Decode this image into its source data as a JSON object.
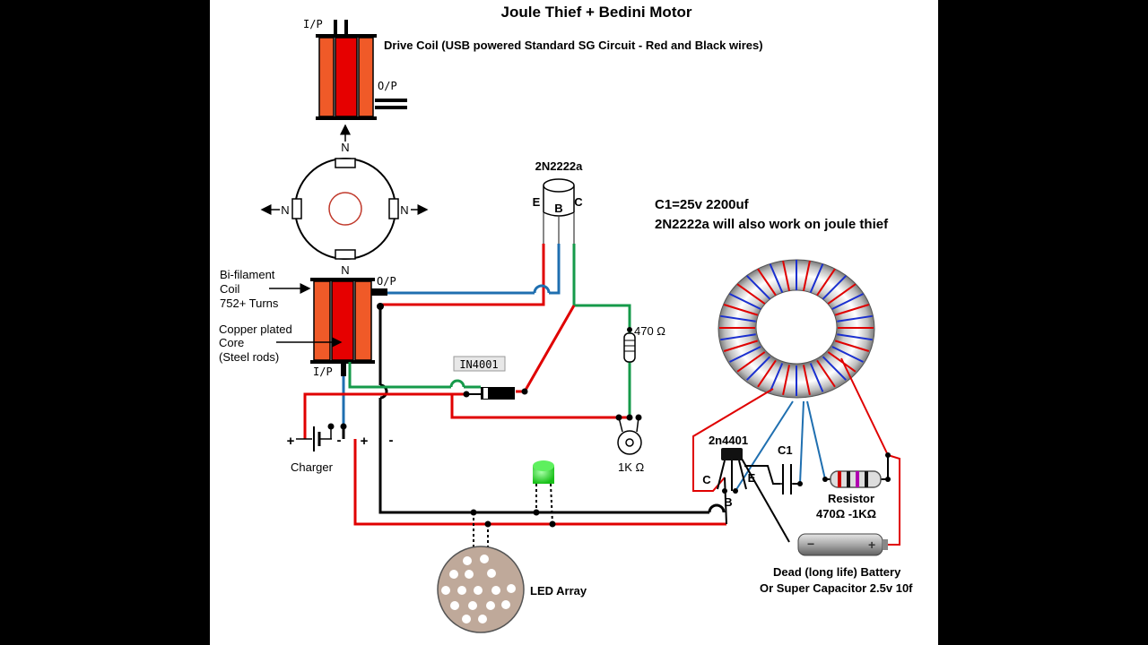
{
  "title": "Joule Thief + Bedini Motor",
  "drive_coil": {
    "ip": "I/P",
    "op": "O/P",
    "label": "Drive Coil (USB powered Standard SG Circuit - Red and Black wires)"
  },
  "rotor": {
    "pole": "N"
  },
  "bifilar": {
    "line1": "Bi-filament",
    "line2": "Coil",
    "line3": "752+ Turns",
    "core1": "Copper plated",
    "core2": "Core",
    "core3": "(Steel rods)",
    "op": "O/P",
    "ip": "I/P"
  },
  "transistor_top": {
    "name": "2N2222a",
    "e": "E",
    "b": "B",
    "c": "C"
  },
  "notes": {
    "line1": "C1=25v 2200uf",
    "line2": "2N2222a will also work on joule thief"
  },
  "resistor_470": "470 Ω",
  "diode": "IN4001",
  "pot": "1K Ω",
  "charger": {
    "label": "Charger",
    "plus": "+",
    "minus": "-"
  },
  "transistor_bottom": {
    "name": "2n4401",
    "c": "C",
    "b": "B",
    "e": "E"
  },
  "c1": "C1",
  "resistor_jt": {
    "line1": "Resistor",
    "line2": "470Ω -1KΩ"
  },
  "battery": {
    "line1": "Dead (long life) Battery",
    "line2": "Or Super Capacitor 2.5v 10f"
  },
  "led_array": "LED Array",
  "colors": {
    "red_wire": "#e00000",
    "blue_wire": "#1f6fb0",
    "green_wire": "#159a4a",
    "coil_orange": "#f05a28",
    "coil_red": "#e60000",
    "led_green": "#22dd22"
  }
}
